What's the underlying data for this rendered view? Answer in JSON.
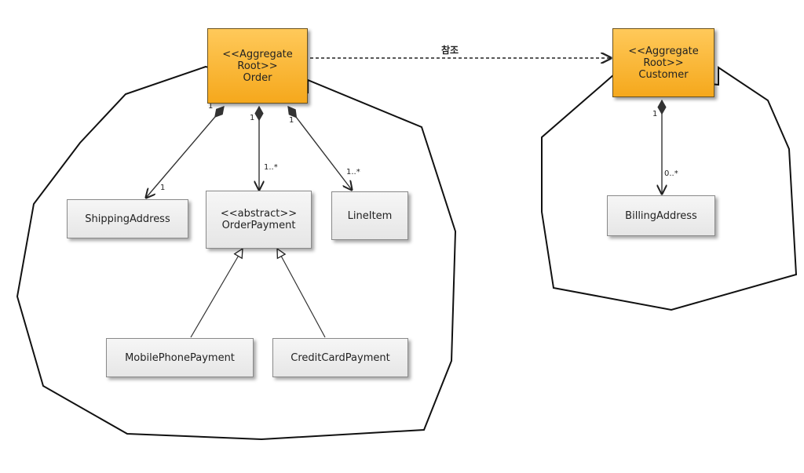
{
  "order": {
    "line1": "<<Aggregate",
    "line2": "Root>>",
    "line3": "Order"
  },
  "customer": {
    "line1": "<<Aggregate",
    "line2": "Root>>",
    "line3": "Customer"
  },
  "shipping_address": "ShippingAddress",
  "order_payment": {
    "line1": "<<abstract>>",
    "line2": "OrderPayment"
  },
  "line_item": "LineItem",
  "mobile_phone_payment": "MobilePhonePayment",
  "credit_card_payment": "CreditCardPayment",
  "billing_address": "BillingAddress",
  "reference_label": "참조",
  "multiplicities": {
    "shipping_source": "1",
    "shipping_target": "1",
    "payment_source": "1",
    "payment_target": "1..*",
    "lineitem_source": "1",
    "lineitem_target": "1..*",
    "billing_source": "1",
    "billing_target": "0..*"
  },
  "colors": {
    "aggregate": "#f7b02e",
    "entity": "#eeeeee",
    "boundary": "#111111"
  }
}
